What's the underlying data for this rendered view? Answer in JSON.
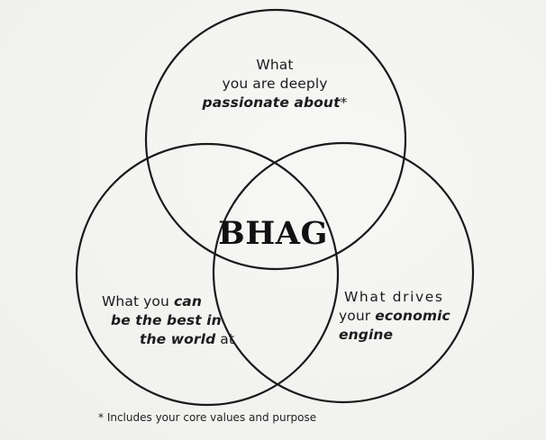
{
  "diagram": {
    "center": "BHAG",
    "top": {
      "line1": "What",
      "line2": "you are deeply",
      "emphasis": "passionate about",
      "suffix": "*"
    },
    "left": {
      "line1_plain": "What you ",
      "line1_emphasis": "can",
      "line2_emphasis": "be the best in",
      "line3_emphasis": "the world",
      "line3_plain": " at"
    },
    "right": {
      "line1": "What drives",
      "line2_plain": "your ",
      "line2_emphasis": "economic",
      "line3_emphasis": "engine"
    },
    "footnote": "* Includes your core values and purpose",
    "stroke_color": "#1a1a1a"
  }
}
